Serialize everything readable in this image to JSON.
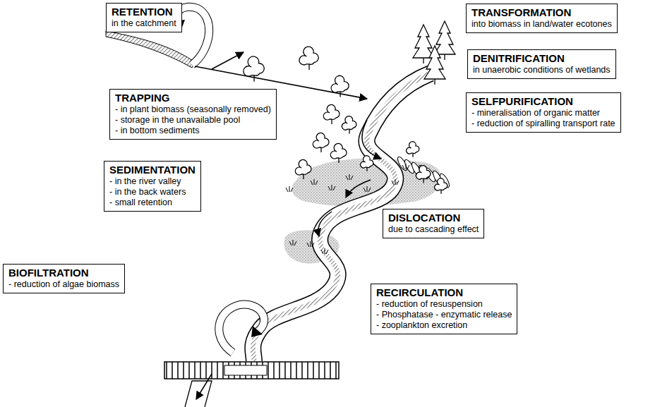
{
  "diagram": {
    "nodes": [
      {
        "text": [
          "RETENTION",
          "in the catchment"
        ]
      },
      {
        "text": [
          "TRANSFORMATION",
          "into biomass in land/water ecotones"
        ]
      },
      {
        "text": [
          "DENITRIFICATION",
          "in unaerobic conditions of wetlands"
        ]
      },
      {
        "text": [
          "TRAPPING",
          "- in plant biomass (seasonally removed)",
          "- storage in the unavailable pool",
          "- in bottom sediments"
        ]
      },
      {
        "text": [
          "SELFPURIFICATION",
          "- mineralisation of organic matter",
          "- reduction of spiralling transport rate"
        ]
      },
      {
        "text": [
          "SEDIMENTATION",
          "- in the river valley",
          "- in the back waters",
          "- small retention"
        ]
      },
      {
        "text": [
          "DISLOCATION",
          "due to cascading effect"
        ]
      },
      {
        "text": [
          "BIOFILTRATION",
          "- reduction of algae biomass"
        ]
      },
      {
        "text": [
          "RECIRCULATION",
          "- reduction of resuspension",
          "- Phosphatase - enzymatic release",
          "- zooplankton excretion"
        ]
      }
    ],
    "edges": []
  }
}
